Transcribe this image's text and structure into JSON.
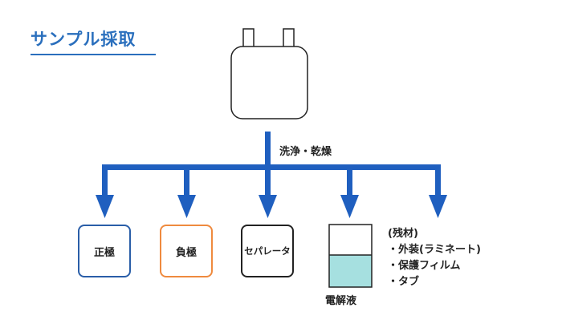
{
  "title": "サンプル採取",
  "step_label": "洗浄・乾燥",
  "parts": {
    "positive": "正極",
    "negative": "負極",
    "separator": "セパレータ"
  },
  "electrolyte": "電解液",
  "residual": {
    "heading": "(残材)",
    "items": [
      "・外装(ラミネート)",
      "・保護フィルム",
      "・タブ"
    ]
  },
  "colors": {
    "title": "#2a6fbd",
    "arrows": "#1f5fbf",
    "positive_border": "#2a5ea8",
    "negative_border": "#ef8a3e",
    "separator_border": "#222222",
    "electrolyte_fill": "#a6e0e0"
  }
}
